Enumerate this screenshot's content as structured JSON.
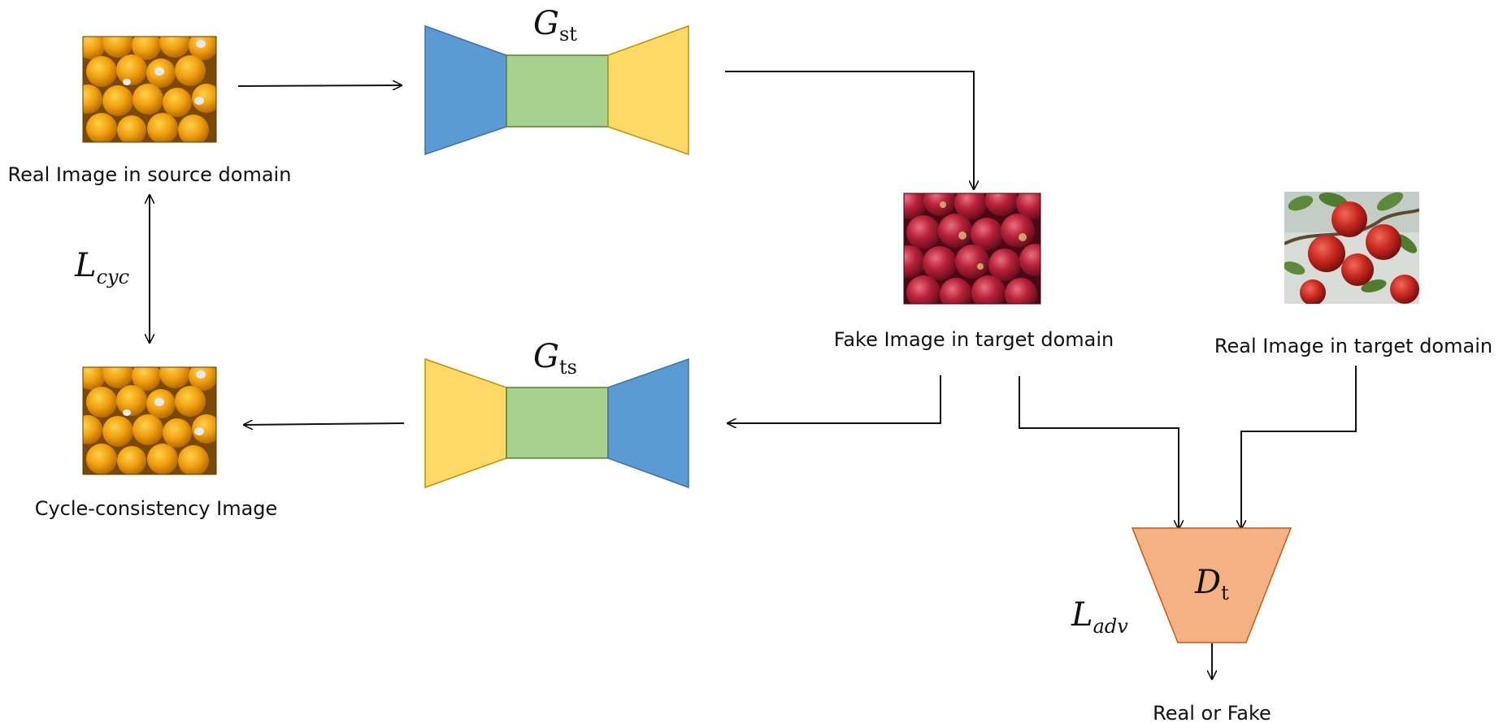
{
  "labels": {
    "real_source": "Real Image in source domain",
    "cycle_image": "Cycle-consistency Image",
    "fake_target": "Fake Image in target domain",
    "real_target": "Real Image in target domain",
    "real_or_fake": "Real or Fake"
  },
  "math": {
    "g_st": {
      "main": "G",
      "sub": "st"
    },
    "g_ts": {
      "main": "G",
      "sub": "ts"
    },
    "d_t": {
      "main": "D",
      "sub": "t"
    },
    "l_cyc": {
      "main": "L",
      "sub": "cyc"
    },
    "l_adv": {
      "main": "L",
      "sub": "adv"
    }
  },
  "colors": {
    "encoder_blue": "#5b9bd5",
    "bottleneck_green": "#a9d18e",
    "decoder_yellow": "#ffd966",
    "discriminator_orange": "#f4b183",
    "orange_fruit": "#f0a010",
    "apple_red": "#b8213a"
  },
  "images": {
    "real_source": "oranges-image",
    "cycle_image": "oranges-image",
    "fake_target": "apples-pile-image",
    "real_target": "apples-on-tree-image"
  }
}
